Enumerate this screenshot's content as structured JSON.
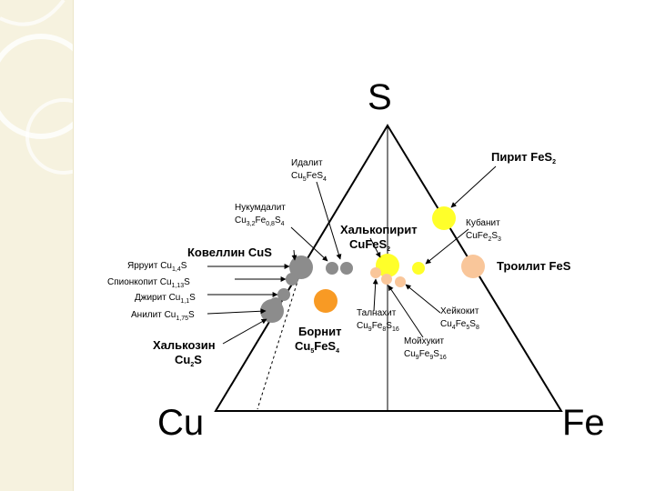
{
  "vertices": {
    "top": "S",
    "left": "Cu",
    "right": "Fe"
  },
  "minerals_bold": [
    {
      "id": "pyrite",
      "name": "Пирит ",
      "f": [
        [
          "FeS",
          ""
        ],
        [
          "2",
          "sub"
        ]
      ]
    },
    {
      "id": "chalcopyrite",
      "name": "Халькопирит",
      "f": [
        [
          "CuFeS",
          ""
        ],
        [
          "2",
          "sub"
        ]
      ]
    },
    {
      "id": "covellite",
      "name": "Ковеллин CuS",
      "f": []
    },
    {
      "id": "troilite",
      "name": "Троилит FeS",
      "f": []
    },
    {
      "id": "bornite",
      "name": "Борнит",
      "f": [
        [
          "Cu",
          ""
        ],
        [
          "5",
          "sub"
        ],
        [
          "FeS",
          ""
        ],
        [
          "4",
          "sub"
        ]
      ]
    },
    {
      "id": "chalcocite",
      "name": "Халькозин",
      "f": [
        [
          "Cu",
          ""
        ],
        [
          "2",
          "sub"
        ],
        [
          "S",
          ""
        ]
      ]
    }
  ],
  "minerals_small": [
    {
      "id": "idaite",
      "name": "Идалит",
      "f": [
        [
          "Cu",
          ""
        ],
        [
          "5",
          "sub"
        ],
        [
          "FeS",
          ""
        ],
        [
          "4",
          "sub"
        ]
      ]
    },
    {
      "id": "nukundamite",
      "name": "Нукумдалит",
      "f": [
        [
          "Cu",
          ""
        ],
        [
          "3,2",
          "sub"
        ],
        [
          "Fe",
          ""
        ],
        [
          "0,8",
          "sub"
        ],
        [
          "S",
          ""
        ],
        [
          "4",
          "sub"
        ]
      ]
    },
    {
      "id": "cubanite",
      "name": "Кубанит",
      "f": [
        [
          "CuFe",
          ""
        ],
        [
          "2",
          "sub"
        ],
        [
          "S",
          ""
        ],
        [
          "3",
          "sub"
        ]
      ]
    },
    {
      "id": "yarrowite",
      "name": "Ярруит ",
      "f": [
        [
          "Cu",
          ""
        ],
        [
          "1,4",
          "sub"
        ],
        [
          "S",
          ""
        ]
      ]
    },
    {
      "id": "spionkopite",
      "name": "Спионкопит ",
      "f": [
        [
          "Cu",
          ""
        ],
        [
          "1,13",
          "sub"
        ],
        [
          "S",
          ""
        ]
      ]
    },
    {
      "id": "djurleite",
      "name": "Джирит ",
      "f": [
        [
          "Cu",
          ""
        ],
        [
          "1,1",
          "sub"
        ],
        [
          "S",
          ""
        ]
      ]
    },
    {
      "id": "anilite",
      "name": "Анилит ",
      "f": [
        [
          "Cu",
          ""
        ],
        [
          "1,75",
          "sub"
        ],
        [
          "S",
          ""
        ]
      ]
    },
    {
      "id": "talnakhite",
      "name": "Талнахит",
      "f": [
        [
          "Cu",
          ""
        ],
        [
          "9",
          "sub"
        ],
        [
          "Fe",
          ""
        ],
        [
          "8",
          "sub"
        ],
        [
          "S",
          ""
        ],
        [
          "16",
          "sub"
        ]
      ]
    },
    {
      "id": "haycockite",
      "name": "Хейкокит",
      "f": [
        [
          "Cu",
          ""
        ],
        [
          "4",
          "sub"
        ],
        [
          "Fe",
          ""
        ],
        [
          "5",
          "sub"
        ],
        [
          "S",
          ""
        ],
        [
          "8",
          "sub"
        ]
      ]
    },
    {
      "id": "mooihoekite",
      "name": "Мойхукит",
      "f": [
        [
          "Cu",
          ""
        ],
        [
          "9",
          "sub"
        ],
        [
          "Fe",
          ""
        ],
        [
          "9",
          "sub"
        ],
        [
          "S",
          ""
        ],
        [
          "16",
          "sub"
        ]
      ]
    }
  ],
  "colors": {
    "copper_sulfides": "#8c8c8c",
    "chalcopyrite_group": "#ffff2a",
    "iron_sulfides": "#f9c69a",
    "bornite": "#f89a24",
    "sidebar": "#f6f2df"
  }
}
